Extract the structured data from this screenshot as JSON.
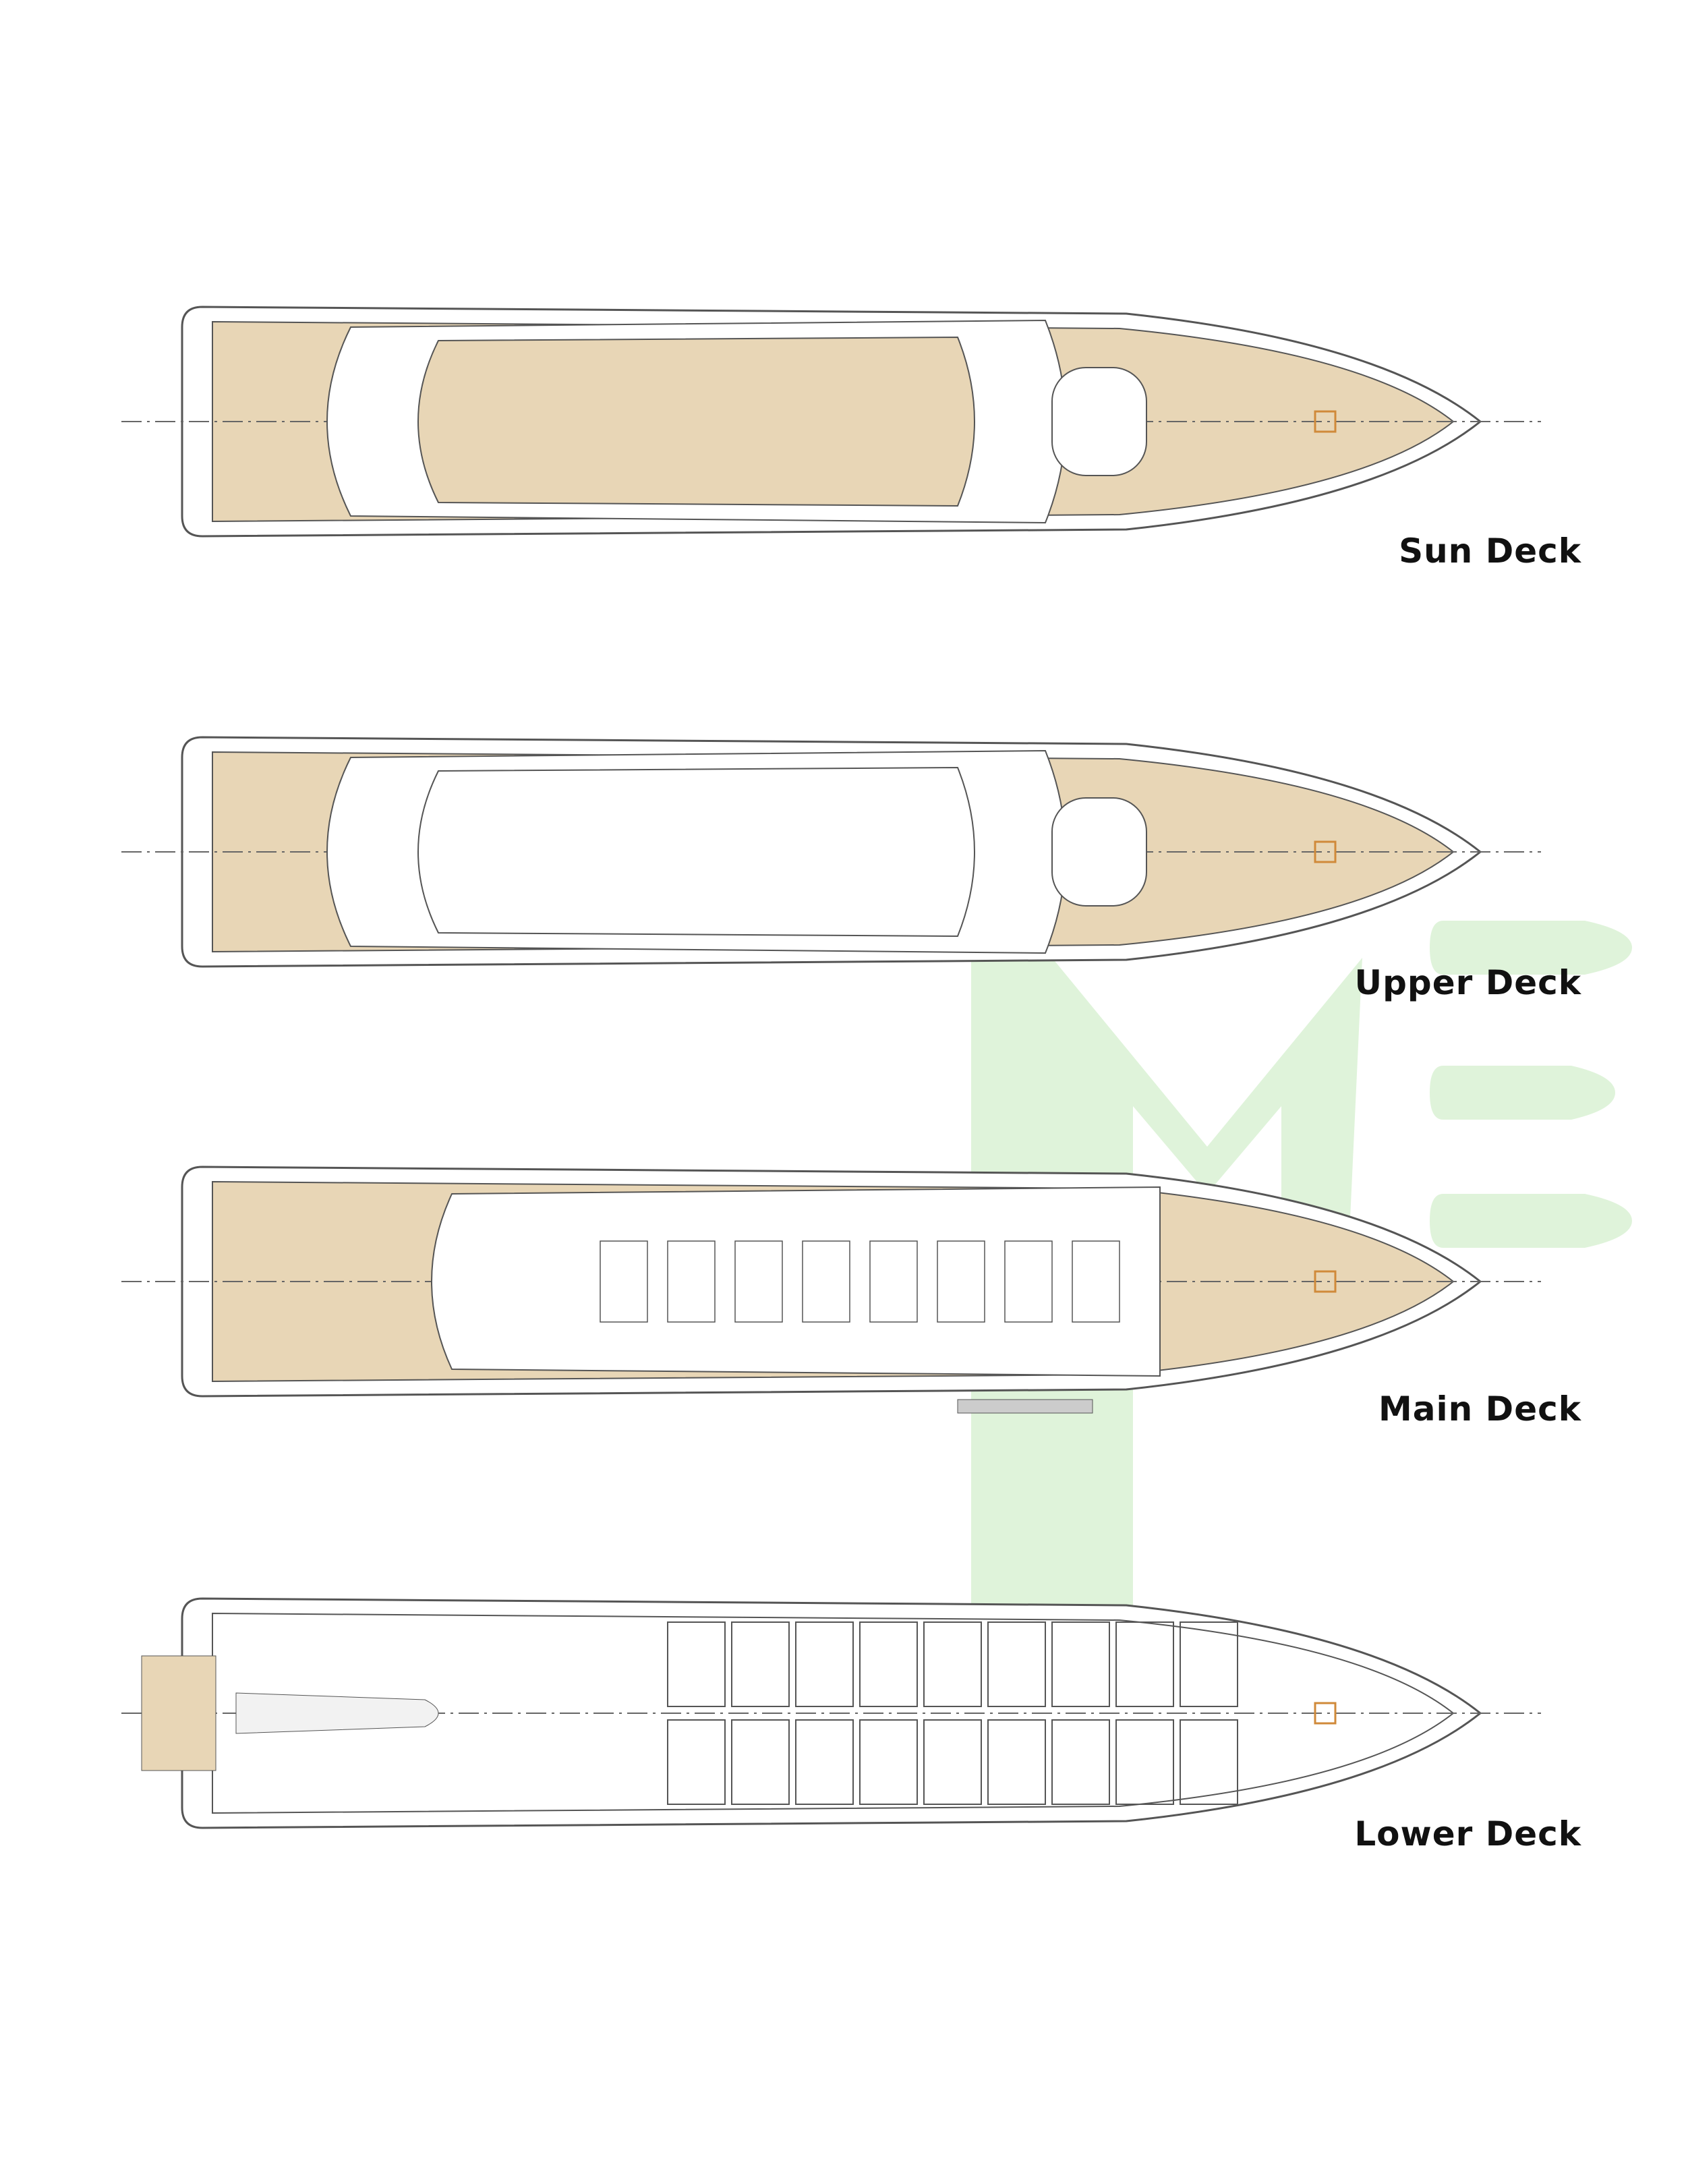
{
  "colors": {
    "teak": "#e8d6b6",
    "line": "#555555",
    "watermark": "#dcf2d6",
    "accent": "#d08a3a"
  },
  "watermark": {
    "text": "ME"
  },
  "decks": [
    {
      "name": "Sun Deck",
      "type": "sun"
    },
    {
      "name": "Upper Deck",
      "type": "upper"
    },
    {
      "name": "Main Deck",
      "type": "main"
    },
    {
      "name": "Lower Deck",
      "type": "lower"
    }
  ]
}
